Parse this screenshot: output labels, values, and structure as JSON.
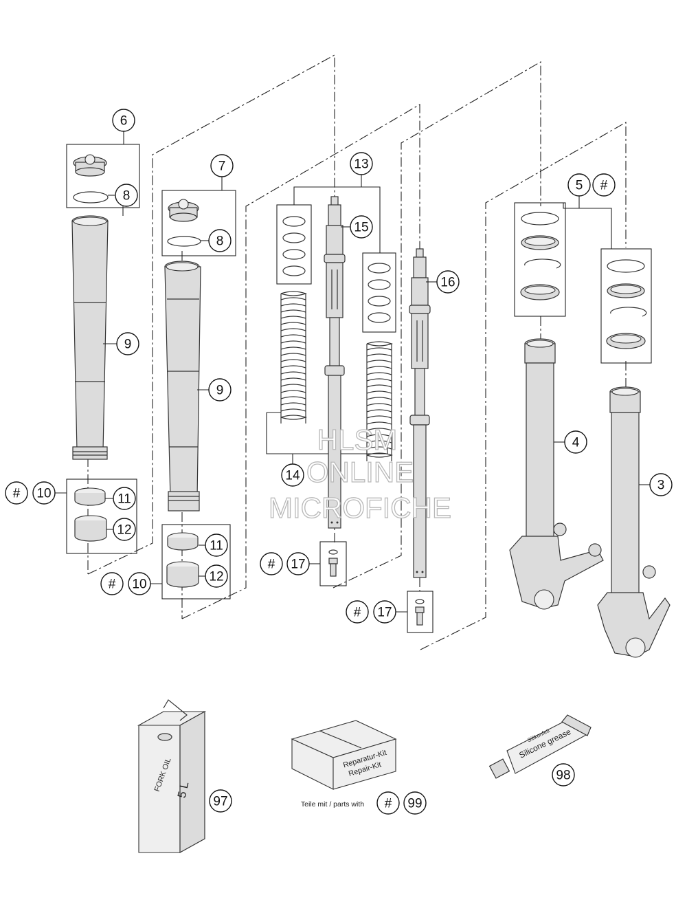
{
  "callouts": {
    "c3": "3",
    "c4": "4",
    "c5": "5",
    "c6": "6",
    "c7": "7",
    "c8a": "8",
    "c8b": "8",
    "c9a": "9",
    "c9b": "9",
    "c10a": "10",
    "c10b": "10",
    "c11a": "11",
    "c11b": "11",
    "c12a": "12",
    "c12b": "12",
    "c13": "13",
    "c14": "14",
    "c15": "15",
    "c16": "16",
    "c17a": "17",
    "c17b": "17",
    "c97": "97",
    "c98": "98",
    "c99": "99",
    "hash_a": "#",
    "hash_b": "#",
    "hash_c": "#",
    "hash_d": "#",
    "hash_e": "#",
    "hash_f": "#"
  },
  "watermark": {
    "line1": "HLSM",
    "line2": "ONLINE",
    "line3": "MICROFICHE"
  },
  "oil_can": {
    "label1": "FORK OIL",
    "label2": "5 L"
  },
  "repair_kit": {
    "label1": "Reparatur-Kit",
    "label2": "Repair-Kit"
  },
  "grease_tube": {
    "label": "Silicone grease",
    "brand": "Silikonfett"
  },
  "parts_note": "Teile mit / parts with"
}
